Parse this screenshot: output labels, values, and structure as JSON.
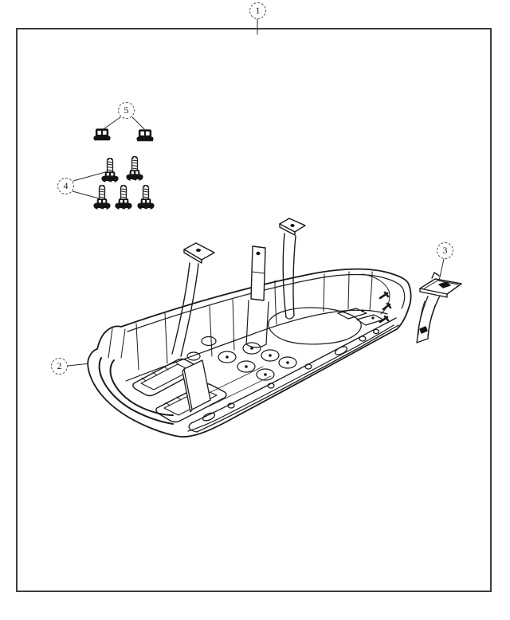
{
  "diagram": {
    "kind": "exploded-parts-diagram",
    "background": "#ffffff",
    "line_color": "#1b1b1b",
    "frame_border_color": "#3d3d3d"
  },
  "callouts": [
    {
      "label": "1",
      "part": "package-frame"
    },
    {
      "label": "2",
      "part": "skid-plate"
    },
    {
      "label": "3",
      "part": "mounting-bracket"
    },
    {
      "label": "4",
      "part": "flange-bolt",
      "count_drawn": 5
    },
    {
      "label": "5",
      "part": "flange-nut",
      "count_drawn": 2
    }
  ]
}
